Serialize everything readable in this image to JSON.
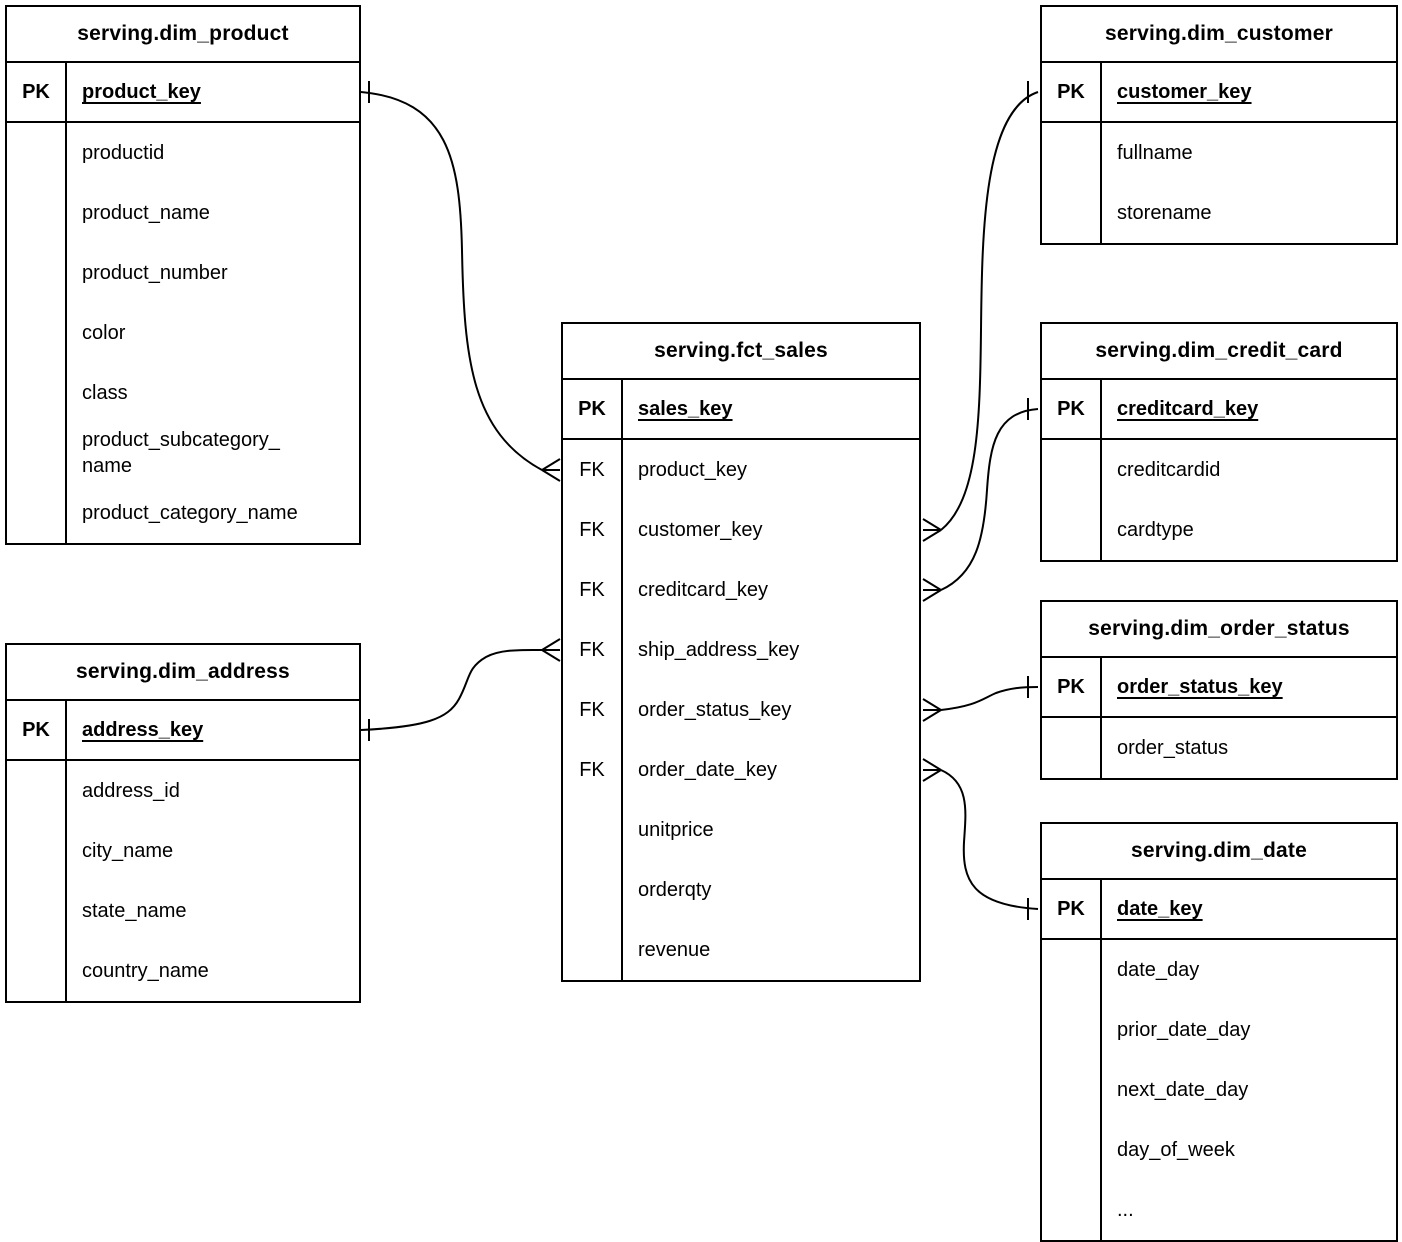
{
  "diagram": {
    "colors": {
      "line": "#000000",
      "text": "#000000",
      "background": "#ffffff"
    },
    "tables": {
      "dim_product": {
        "title": "serving.dim_product",
        "pk": {
          "label": "PK",
          "field": "product_key"
        },
        "fields": [
          "productid",
          "product_name",
          "product_number",
          "color",
          "class",
          "product_subcategory_\nname",
          "product_category_name"
        ]
      },
      "dim_customer": {
        "title": "serving.dim_customer",
        "pk": {
          "label": "PK",
          "field": "customer_key"
        },
        "fields": [
          "fullname",
          "storename"
        ]
      },
      "fct_sales": {
        "title": "serving.fct_sales",
        "pk": {
          "label": "PK",
          "field": "sales_key"
        },
        "rows": [
          {
            "key": "FK",
            "field": "product_key"
          },
          {
            "key": "FK",
            "field": "customer_key"
          },
          {
            "key": "FK",
            "field": "creditcard_key"
          },
          {
            "key": "FK",
            "field": "ship_address_key"
          },
          {
            "key": "FK",
            "field": "order_status_key"
          },
          {
            "key": "FK",
            "field": "order_date_key"
          },
          {
            "key": "",
            "field": "unitprice"
          },
          {
            "key": "",
            "field": "orderqty"
          },
          {
            "key": "",
            "field": "revenue"
          }
        ]
      },
      "dim_credit_card": {
        "title": "serving.dim_credit_card",
        "pk": {
          "label": "PK",
          "field": "creditcard_key"
        },
        "fields": [
          "creditcardid",
          "cardtype"
        ]
      },
      "dim_order_status": {
        "title": "serving.dim_order_status",
        "pk": {
          "label": "PK",
          "field": "order_status_key"
        },
        "fields": [
          "order_status"
        ]
      },
      "dim_address": {
        "title": "serving.dim_address",
        "pk": {
          "label": "PK",
          "field": "address_key"
        },
        "fields": [
          "address_id",
          "city_name",
          "state_name",
          "country_name"
        ]
      },
      "dim_date": {
        "title": "serving.dim_date",
        "pk": {
          "label": "PK",
          "field": "date_key"
        },
        "fields": [
          "date_day",
          "prior_date_day",
          "next_date_day",
          "day_of_week",
          "..."
        ]
      }
    },
    "relationships": [
      {
        "many_table": "serving.fct_sales",
        "many_field": "product_key",
        "one_table": "serving.dim_product",
        "one_field": "product_key",
        "many_notation": "crow-foot",
        "one_notation": "one-tick"
      },
      {
        "many_table": "serving.fct_sales",
        "many_field": "customer_key",
        "one_table": "serving.dim_customer",
        "one_field": "customer_key",
        "many_notation": "crow-foot",
        "one_notation": "one-tick"
      },
      {
        "many_table": "serving.fct_sales",
        "many_field": "creditcard_key",
        "one_table": "serving.dim_credit_card",
        "one_field": "creditcard_key",
        "many_notation": "crow-foot",
        "one_notation": "one-tick"
      },
      {
        "many_table": "serving.fct_sales",
        "many_field": "ship_address_key",
        "one_table": "serving.dim_address",
        "one_field": "address_key",
        "many_notation": "crow-foot",
        "one_notation": "one-tick"
      },
      {
        "many_table": "serving.fct_sales",
        "many_field": "order_status_key",
        "one_table": "serving.dim_order_status",
        "one_field": "order_status_key",
        "many_notation": "crow-foot",
        "one_notation": "one-tick"
      },
      {
        "many_table": "serving.fct_sales",
        "many_field": "order_date_key",
        "one_table": "serving.dim_date",
        "one_field": "date_key",
        "many_notation": "crow-foot",
        "one_notation": "one-tick"
      }
    ]
  }
}
